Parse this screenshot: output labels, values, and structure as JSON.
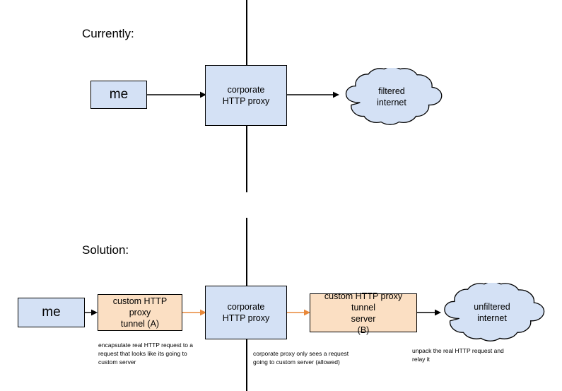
{
  "diagram": {
    "title_top": "Currently:",
    "title_bottom": "Solution:",
    "colors": {
      "blue_fill": "#d4e1f5",
      "peach_fill": "#fbdfc3",
      "stroke": "#000000",
      "orange_edge": "#e8883a",
      "black_edge": "#000000"
    }
  },
  "currently": {
    "nodes": {
      "me": "me",
      "corporate_proxy": "corporate\nHTTP proxy",
      "internet_cloud": "filtered\ninternet"
    }
  },
  "solution": {
    "nodes": {
      "me": "me",
      "tunnel_a": "custom HTTP proxy\ntunnel (A)",
      "corporate_proxy": "corporate\nHTTP proxy",
      "tunnel_b_server": "custom HTTP proxy tunnel\nserver\n(B)",
      "internet_cloud": "unfiltered\ninternet"
    },
    "captions": {
      "tunnel_a": "encapsulate real HTTP request to a\nrequest that looks like its going to\ncustom server",
      "corporate_proxy": "corporate proxy only sees a request\ngoing to custom server (allowed)",
      "tunnel_b_server": "unpack the real HTTP request and\nrelay it"
    }
  }
}
